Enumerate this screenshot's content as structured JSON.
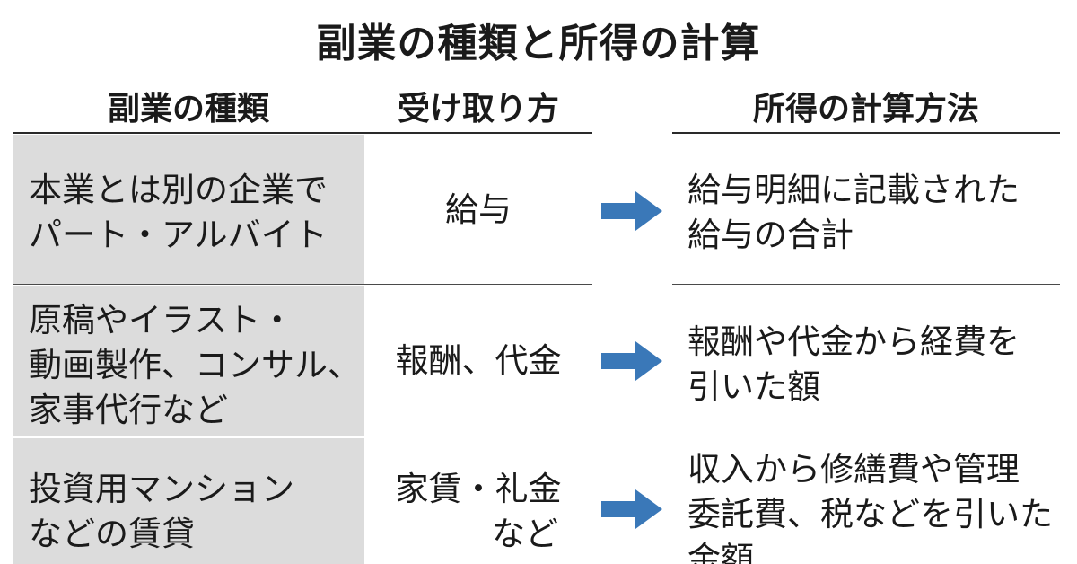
{
  "title": "副業の種類と所得の計算",
  "headers": {
    "type": "副業の種類",
    "receive": "受け取り方",
    "calc": "所得の計算方法"
  },
  "rows": [
    {
      "type_lines": [
        "本業とは別の企業で",
        "パート・アルバイト"
      ],
      "receive_lines": [
        "給与"
      ],
      "calc_lines": [
        "給与明細に記載された",
        "給与の合計"
      ]
    },
    {
      "type_lines": [
        "原稿やイラスト・",
        "動画製作、コンサル、",
        "家事代行など"
      ],
      "receive_lines": [
        "報酬、代金"
      ],
      "calc_lines": [
        "報酬や代金から経費を",
        "引いた額"
      ]
    },
    {
      "type_lines": [
        "投資用マンション",
        "などの賃貸"
      ],
      "receive_lines": [
        "家賃・礼金",
        "など"
      ],
      "calc_lines": [
        "収入から修繕費や管理",
        "委託費、税などを引いた",
        "金額"
      ]
    }
  ],
  "colors": {
    "arrow": "#3a78b8",
    "gray_band": "#dcdcdc",
    "rule": "#2a2a2a"
  },
  "icons": {
    "row_arrow": "right-arrow-icon"
  }
}
